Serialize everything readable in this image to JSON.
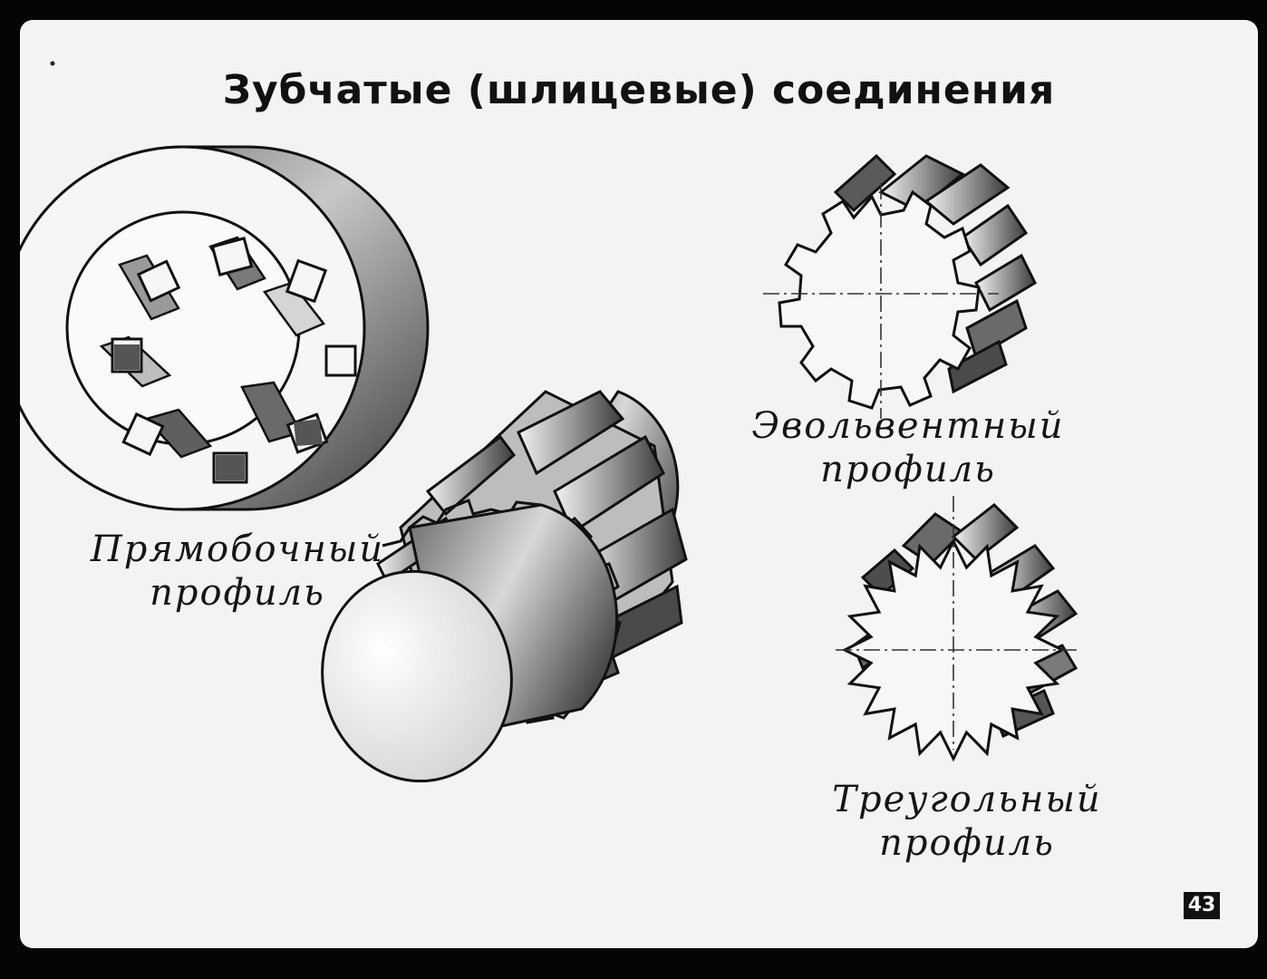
{
  "title": "Зубчатые (шлицевые) соединения",
  "labels": {
    "rect_line1": "Прямобочный",
    "rect_line2": "профиль",
    "involute_line1": "Эвольвентный",
    "involute_line2": "профиль",
    "triangular_line1": "Треугольный",
    "triangular_line2": "профиль"
  },
  "page_number": "43",
  "icons": [
    "straight-sided-spline-hub-icon",
    "straight-sided-spline-shaft-icon",
    "involute-spline-shaft-icon",
    "triangular-spline-shaft-icon"
  ]
}
